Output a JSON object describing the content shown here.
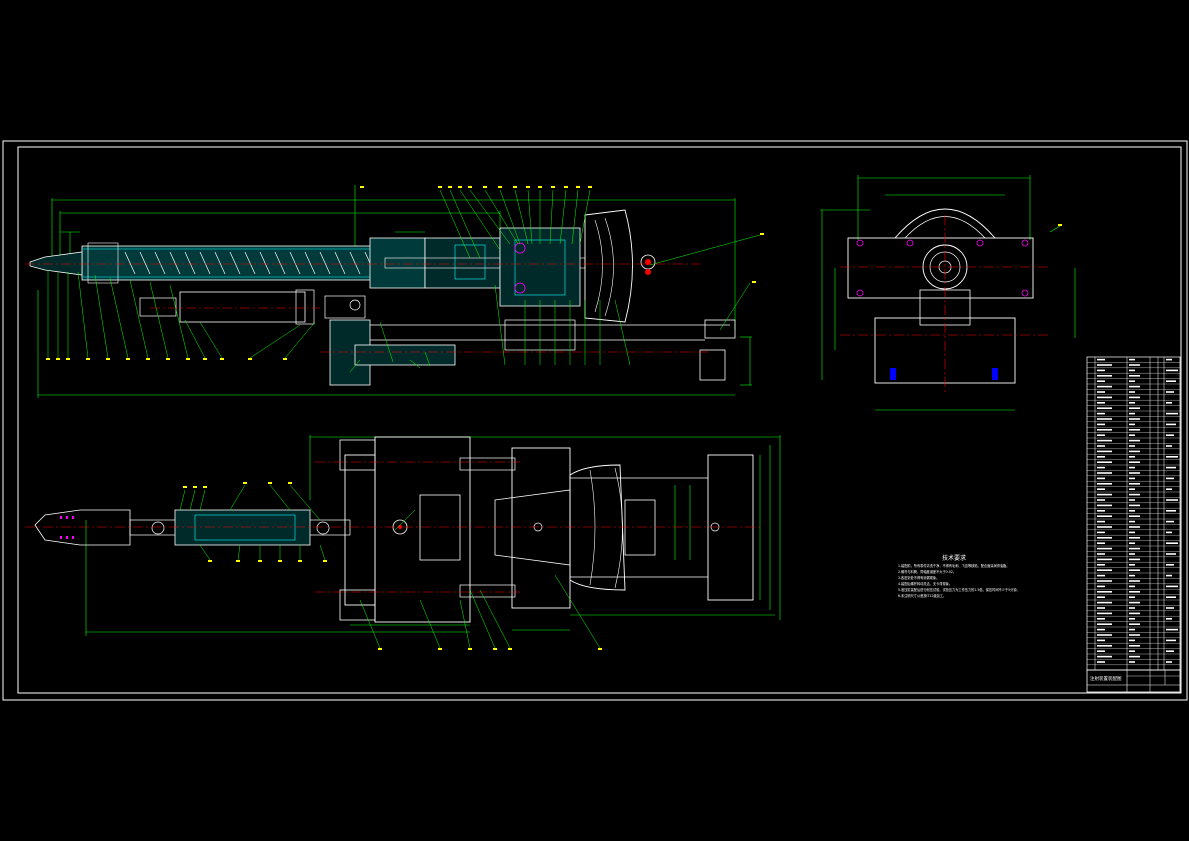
{
  "drawing": {
    "colors": {
      "background": "#000000",
      "frame": "#ffffff",
      "outline": "#ffffff",
      "dimension": "#00ff00",
      "centerline": "#ff0000",
      "hatch": "#00ffff",
      "accent_blue": "#0000ff",
      "accent_magenta": "#ff00ff",
      "accent_yellow": "#ffff00"
    },
    "technical_notes": {
      "title": "技术要求",
      "lines": [
        "1.装配前，所有零件清洗干净，不得有毛刺、飞边等缺陷，配合面涂润滑油脂。",
        "2.螺杆与料筒，同轴度误差不大于0.02。",
        "3.各密封处不得有渗漏现象。",
        "4.装配后螺杆转动灵活，无卡滞现象。",
        "5.液压缸装配后进行耐压试验，试验压力为工作压力的1.5倍，保压时间不少于5分钟。",
        "6.未注明尺寸公差按IT12级加工。"
      ]
    },
    "title_block": {
      "drawing_title": "注射装置装配图"
    }
  }
}
